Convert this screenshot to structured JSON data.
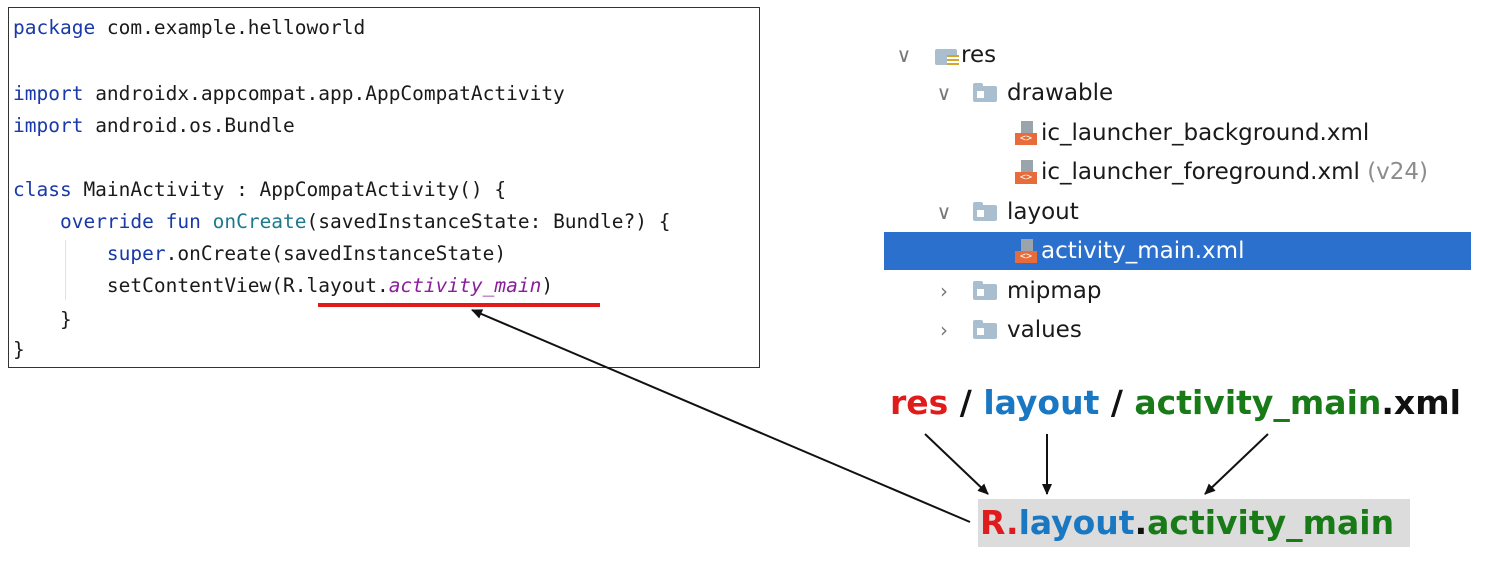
{
  "code": {
    "line1_kw": "package",
    "line1_rest": " com.example.helloworld",
    "line2_kw": "import",
    "line2_rest": " androidx.appcompat.app.AppCompatActivity",
    "line3_kw": "import",
    "line3_rest": " android.os.Bundle",
    "line4_kw": "class",
    "line4_rest": " MainActivity : AppCompatActivity() {",
    "line5_indent": "    ",
    "line5_kw": "override fun",
    "line5_sp": " ",
    "line5_fn": "onCreate",
    "line5_rest": "(savedInstanceState: Bundle?) {",
    "line6_indent": "        ",
    "line6_kw": "super",
    "line6_rest": ".onCreate(savedInstanceState)",
    "line7_indent": "        ",
    "line7_pre": "setContentView(R.layout.",
    "line7_ital": "activity_main",
    "line7_post": ")",
    "line8": "    }",
    "line9": "}"
  },
  "tree": {
    "items": [
      {
        "label": "res",
        "chevron": "∨"
      },
      {
        "label": "drawable",
        "chevron": "∨"
      },
      {
        "label": "ic_launcher_background.xml"
      },
      {
        "label": "ic_launcher_foreground.xml",
        "suffix": "(v24)"
      },
      {
        "label": "layout",
        "chevron": "∨"
      },
      {
        "label": "activity_main.xml",
        "selected": true
      },
      {
        "label": "mipmap",
        "chevron": "›"
      },
      {
        "label": "values",
        "chevron": "›"
      }
    ]
  },
  "path_label": {
    "res": "res",
    "sep1": " / ",
    "layout": "layout",
    "sep2": " / ",
    "activity_main": "activity_main",
    "ext": ".xml"
  },
  "r_reference": {
    "r": "R.",
    "layout": "layout",
    "dot": ".",
    "activity_main": "activity_main"
  },
  "colors": {
    "red": "#e01b1b",
    "blue": "#1a78c2",
    "green": "#197a18",
    "selection": "#2a70cc"
  }
}
